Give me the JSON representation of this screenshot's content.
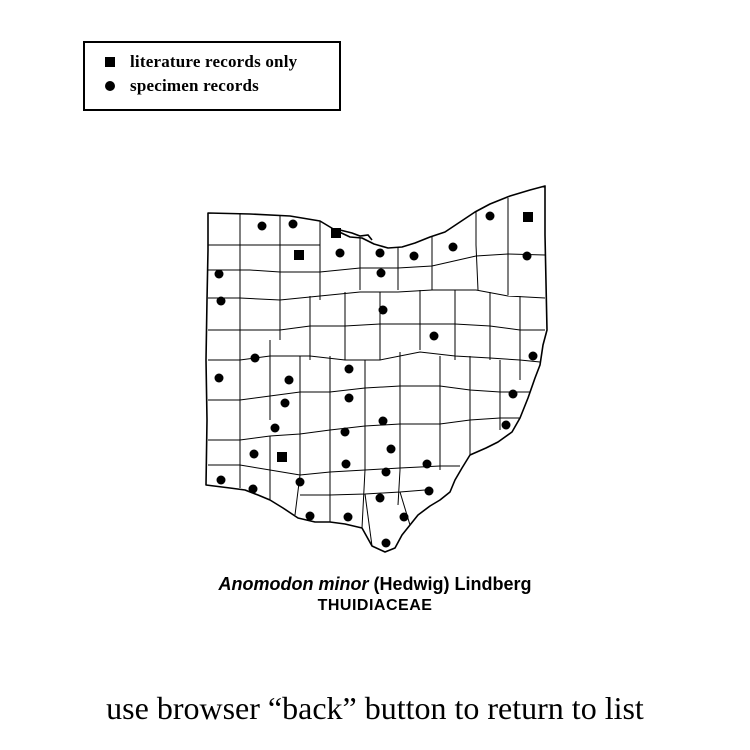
{
  "legend": {
    "literature_label": "literature records only",
    "specimen_label": "specimen records",
    "literature_symbol": "square",
    "specimen_symbol": "dot"
  },
  "caption": {
    "genus_species": "Anomodon minor",
    "author": "(Hedwig) Lindberg",
    "family": "THUIDIACEAE"
  },
  "nav": {
    "hint": "use browser “back” button to return to list"
  },
  "colors": {
    "ink": "#000000",
    "background": "#ffffff"
  }
}
